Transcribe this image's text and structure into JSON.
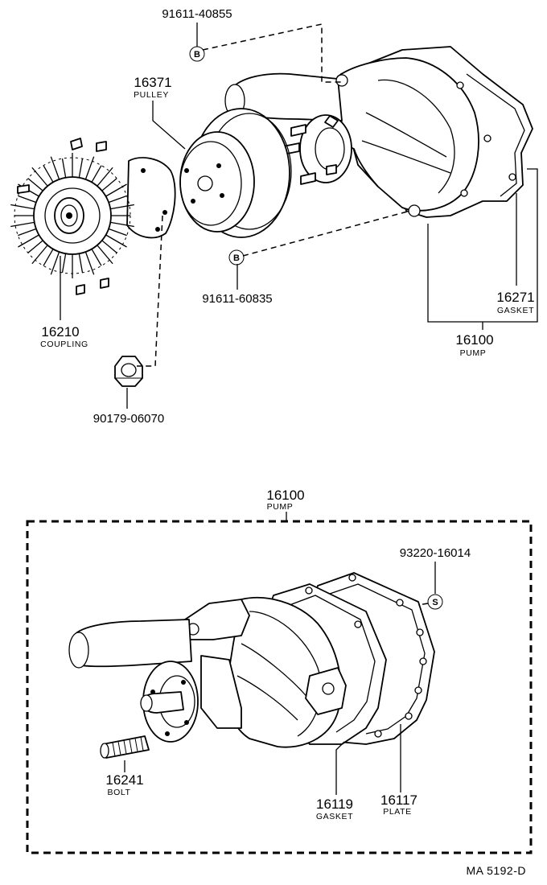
{
  "diagram": {
    "drawing_code": "MA  5192-D",
    "upper": {
      "parts": [
        {
          "id": "bolt-b-upper",
          "number": "91611-40855",
          "marker": "B"
        },
        {
          "id": "pulley",
          "number": "16371",
          "name": "PULLEY"
        },
        {
          "id": "coupling",
          "number": "16210",
          "name": "COUPLING"
        },
        {
          "id": "bolt-b-lower",
          "number": "91611-60835",
          "marker": "B"
        },
        {
          "id": "gasket",
          "number": "16271",
          "name": "GASKET"
        },
        {
          "id": "pump",
          "number": "16100",
          "name": "PUMP"
        },
        {
          "id": "nut",
          "number": "90179-06070"
        }
      ]
    },
    "lower": {
      "assembly": {
        "number": "16100",
        "name": "PUMP"
      },
      "parts": [
        {
          "id": "sealant",
          "number": "93220-16014",
          "marker": "S"
        },
        {
          "id": "bolt",
          "number": "16241",
          "name": "BOLT"
        },
        {
          "id": "gasket",
          "number": "16119",
          "name": "GASKET"
        },
        {
          "id": "plate",
          "number": "16117",
          "name": "PLATE"
        }
      ]
    }
  }
}
